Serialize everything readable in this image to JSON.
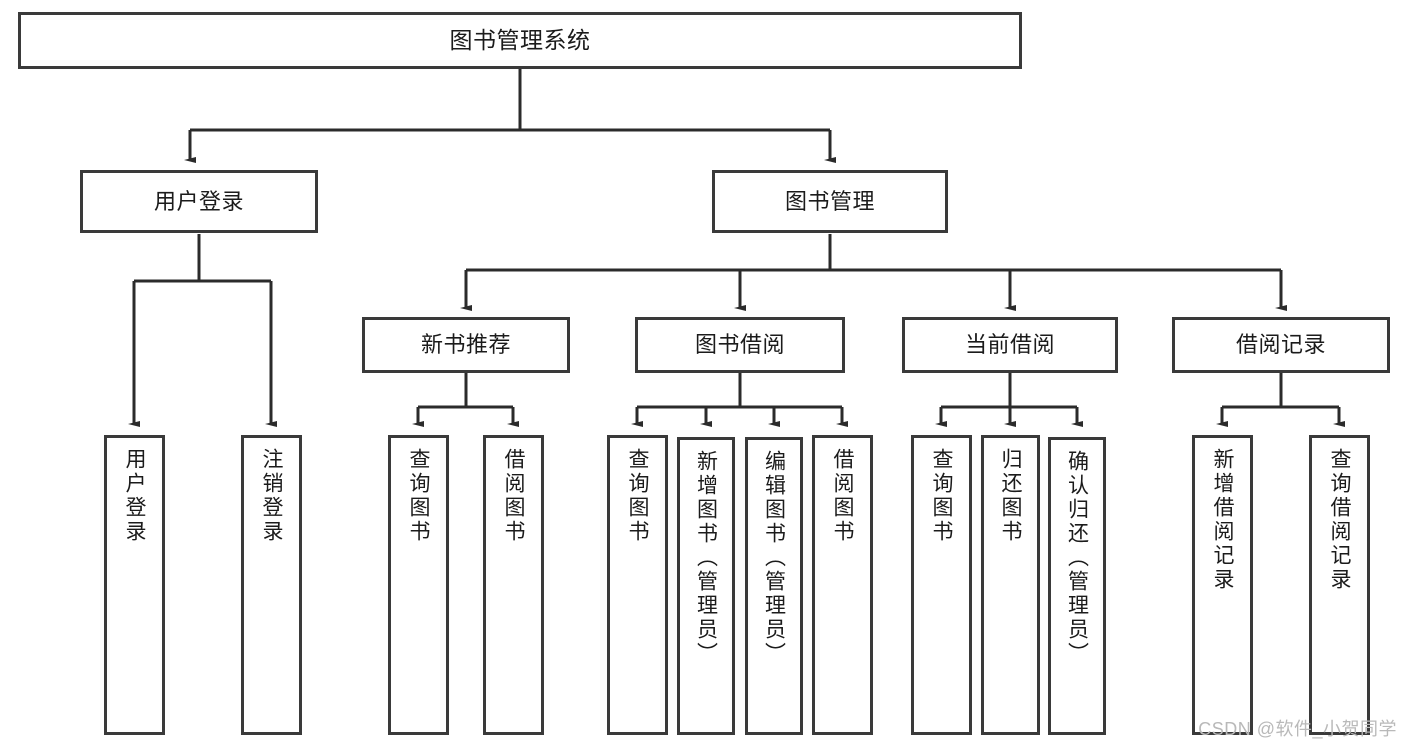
{
  "diagram": {
    "type": "hierarchy-tree",
    "title": "图书管理系统",
    "watermark": "CSDN @软件_小贺同学",
    "colors": {
      "box_border": "#3a3a3a",
      "box_fill": "#ffffff",
      "connector": "#2b2b2b",
      "text": "#1b1b1b",
      "watermark": "#b9b9b9",
      "background": "#ffffff"
    },
    "levels": {
      "root": "图书管理系统",
      "level2": [
        "用户登录",
        "图书管理"
      ],
      "level3": [
        "新书推荐",
        "图书借阅",
        "当前借阅",
        "借阅记录"
      ]
    },
    "nodes": {
      "root": {
        "label": "图书管理系统"
      },
      "user_login": {
        "label": "用户登录"
      },
      "book_manage": {
        "label": "图书管理"
      },
      "new_book_rec": {
        "label": "新书推荐"
      },
      "book_borrow": {
        "label": "图书借阅"
      },
      "current_borrow": {
        "label": "当前借阅"
      },
      "borrow_record": {
        "label": "借阅记录"
      },
      "leaf_user_login": {
        "label": "用户登录"
      },
      "leaf_logout_login": {
        "label": "注销登录"
      },
      "leaf_query_book_1": {
        "label": "查询图书"
      },
      "leaf_borrow_book_1": {
        "label": "借阅图书"
      },
      "leaf_query_book_2": {
        "label": "查询图书"
      },
      "leaf_add_book": {
        "label": "新增图书（管理员）"
      },
      "leaf_edit_book": {
        "label": "编辑图书（管理员）"
      },
      "leaf_borrow_book_2": {
        "label": "借阅图书"
      },
      "leaf_query_book_3": {
        "label": "查询图书"
      },
      "leaf_return_book": {
        "label": "归还图书"
      },
      "leaf_confirm_return": {
        "label": "确认归还（管理员）"
      },
      "leaf_add_record": {
        "label": "新增借阅记录"
      },
      "leaf_query_record": {
        "label": "查询借阅记录"
      }
    }
  }
}
